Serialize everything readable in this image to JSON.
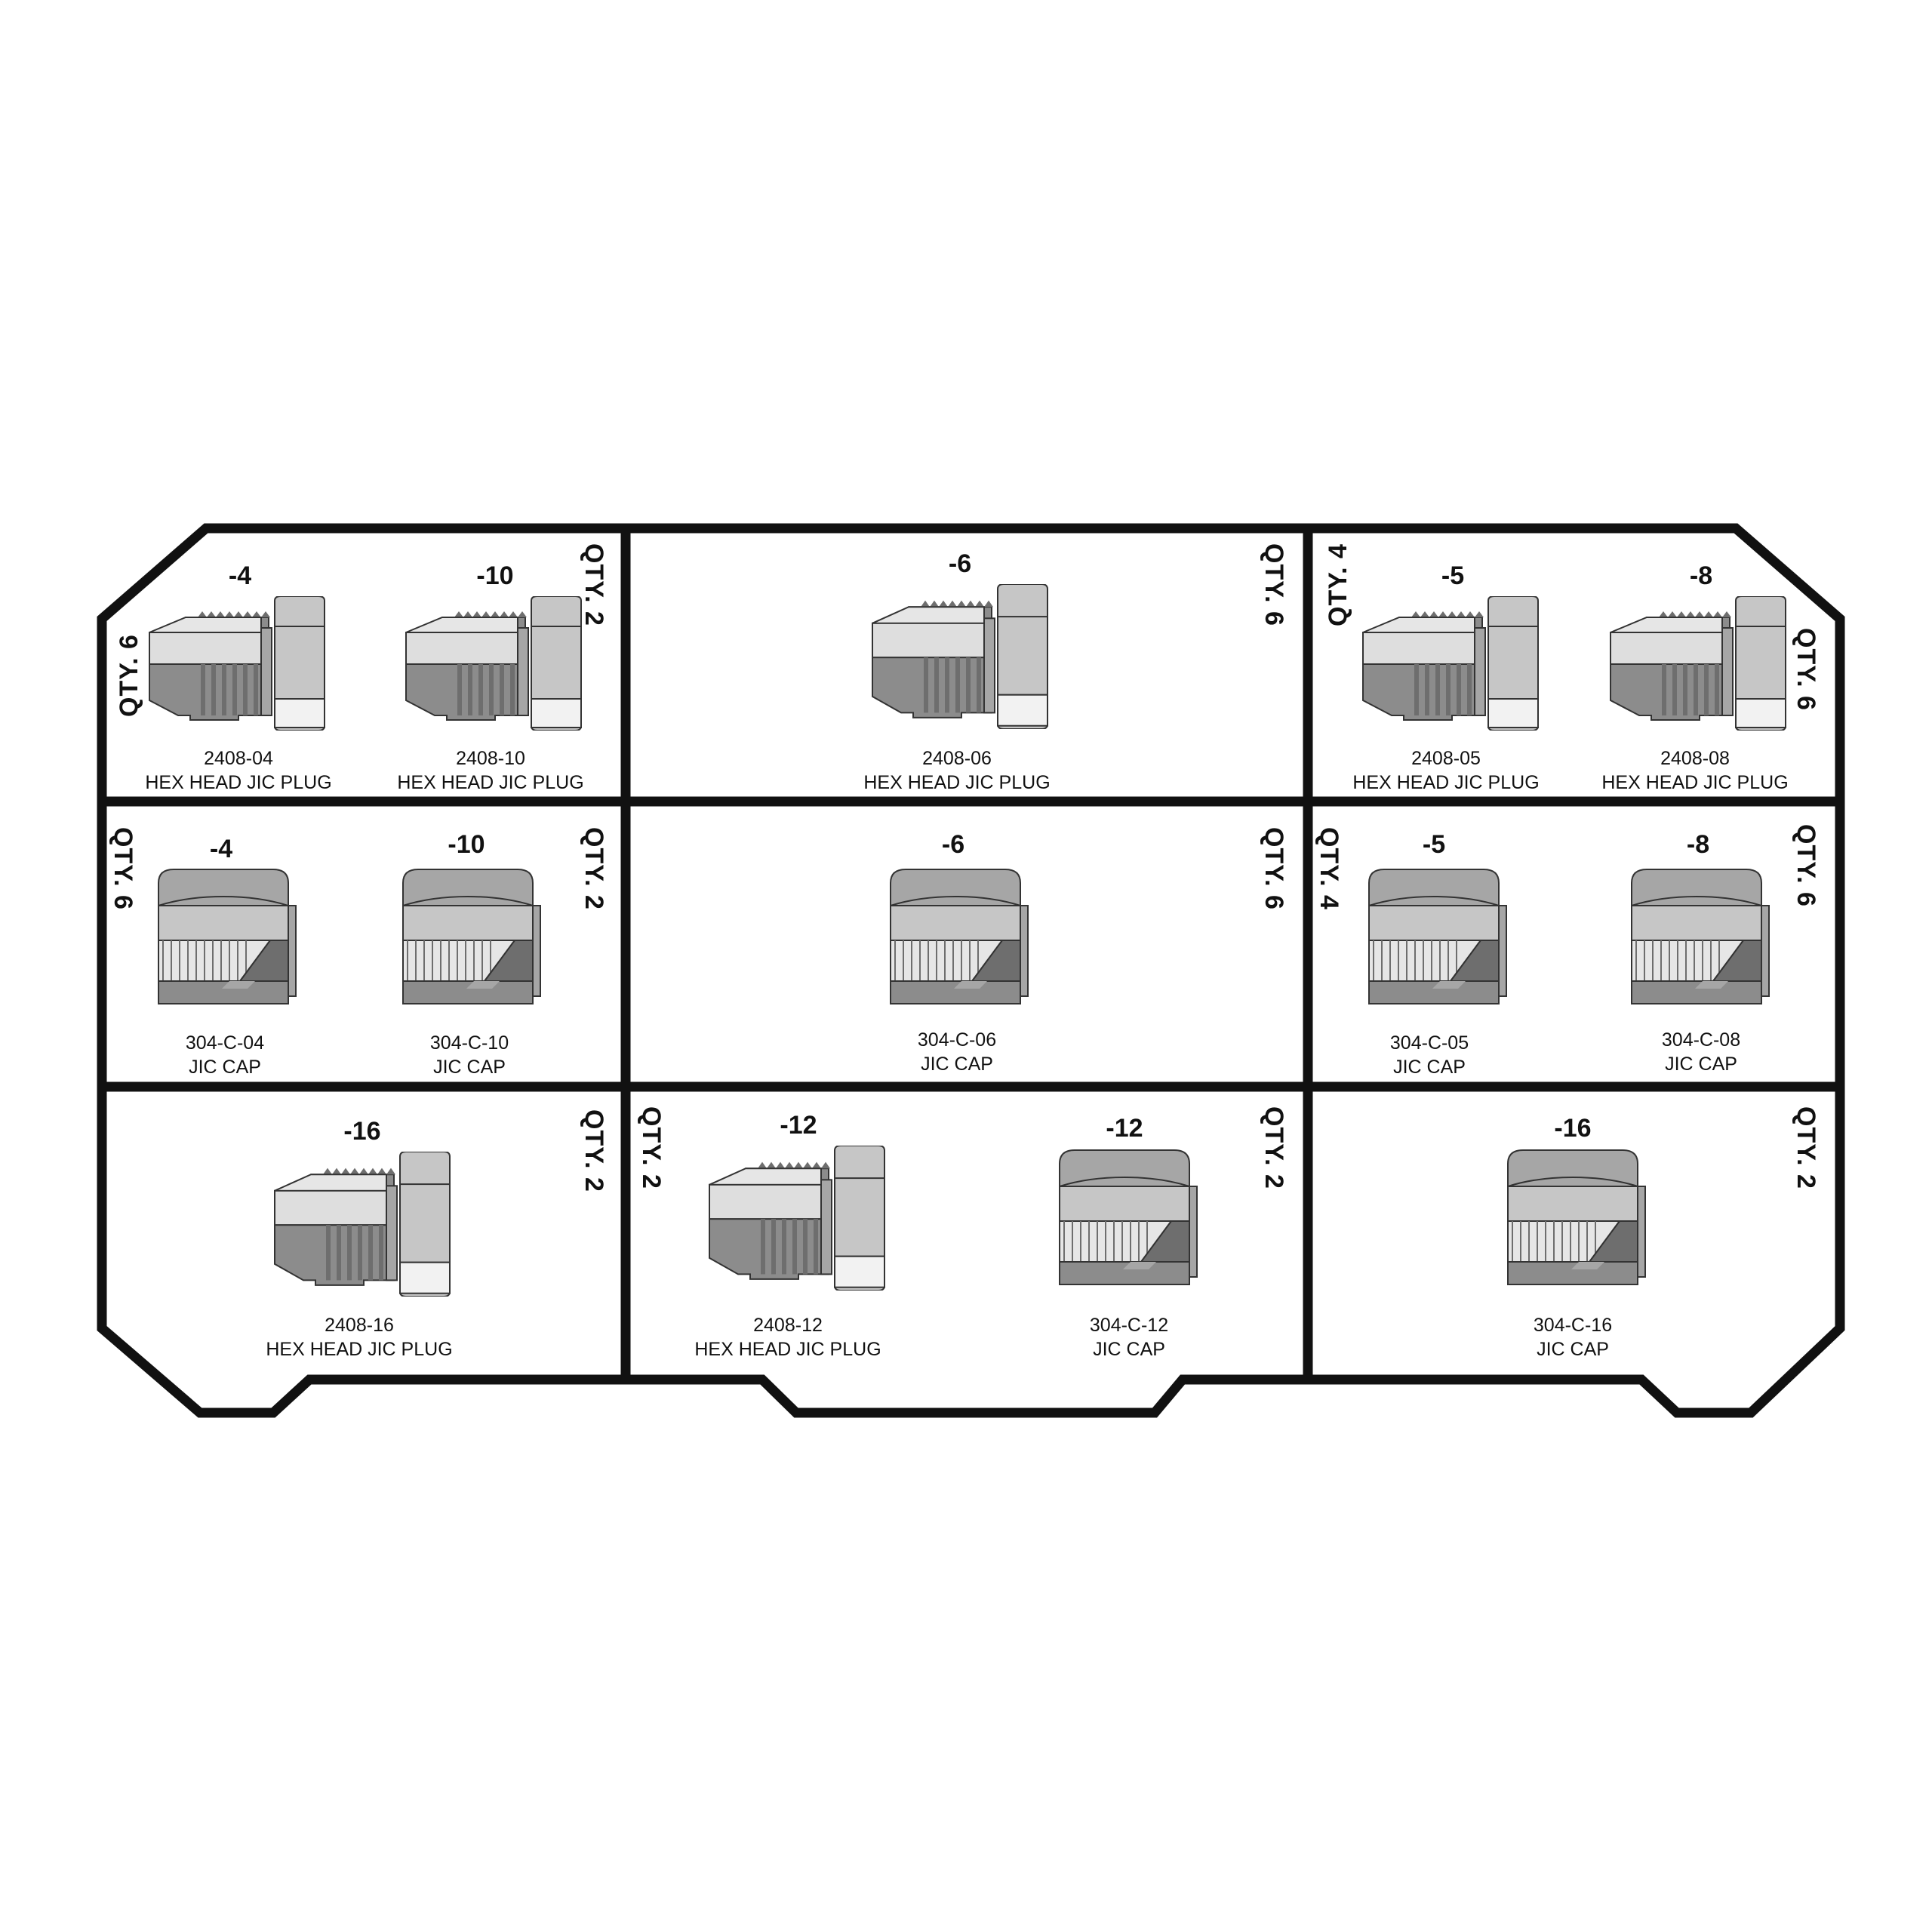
{
  "colors": {
    "frame": "#111111",
    "metal_dark": "#8c8c8c",
    "metal_mid": "#a6a6a6",
    "metal_light": "#c6c6c6",
    "metal_pale": "#dedede",
    "thread_light": "#e6e6e6",
    "metal_shadow": "#6e6e6e"
  },
  "compartments": [
    {
      "id": "r1c1",
      "items": [
        {
          "size": "-4",
          "part": "2408-04",
          "desc": "HEX HEAD JIC PLUG",
          "icon": "hex-head-jic-plug-icon"
        },
        {
          "size": "-10",
          "part": "2408-10",
          "desc": "HEX HEAD JIC PLUG",
          "icon": "hex-head-jic-plug-icon"
        }
      ],
      "qty": [
        "QTY. 6",
        "QTY. 2"
      ]
    },
    {
      "id": "r1c2",
      "items": [
        {
          "size": "-6",
          "part": "2408-06",
          "desc": "HEX HEAD JIC PLUG",
          "icon": "hex-head-jic-plug-icon"
        }
      ],
      "qty": [
        "QTY. 6"
      ]
    },
    {
      "id": "r1c3",
      "items": [
        {
          "size": "-5",
          "part": "2408-05",
          "desc": "HEX HEAD JIC PLUG",
          "icon": "hex-head-jic-plug-icon"
        },
        {
          "size": "-8",
          "part": "2408-08",
          "desc": "HEX HEAD JIC PLUG",
          "icon": "hex-head-jic-plug-icon"
        }
      ],
      "qty": [
        "QTY. 4",
        "QTY. 6"
      ]
    },
    {
      "id": "r2c1",
      "items": [
        {
          "size": "-4",
          "part": "304-C-04",
          "desc": "JIC CAP",
          "icon": "jic-cap-icon"
        },
        {
          "size": "-10",
          "part": "304-C-10",
          "desc": "JIC CAP",
          "icon": "jic-cap-icon"
        }
      ],
      "qty": [
        "QTY. 6",
        "QTY. 2"
      ]
    },
    {
      "id": "r2c2",
      "items": [
        {
          "size": "-6",
          "part": "304-C-06",
          "desc": "JIC CAP",
          "icon": "jic-cap-icon"
        }
      ],
      "qty": [
        "QTY. 6"
      ]
    },
    {
      "id": "r2c3",
      "items": [
        {
          "size": "-5",
          "part": "304-C-05",
          "desc": "JIC CAP",
          "icon": "jic-cap-icon"
        },
        {
          "size": "-8",
          "part": "304-C-08",
          "desc": "JIC CAP",
          "icon": "jic-cap-icon"
        }
      ],
      "qty": [
        "QTY. 4",
        "QTY. 6"
      ]
    },
    {
      "id": "r3c1",
      "items": [
        {
          "size": "-16",
          "part": "2408-16",
          "desc": "HEX HEAD JIC PLUG",
          "icon": "hex-head-jic-plug-icon"
        }
      ],
      "qty": [
        "QTY. 2"
      ]
    },
    {
      "id": "r3c2",
      "items": [
        {
          "size": "-12",
          "part": "2408-12",
          "desc": "HEX HEAD JIC PLUG",
          "icon": "hex-head-jic-plug-icon"
        },
        {
          "size": "-12",
          "part": "304-C-12",
          "desc": "JIC CAP",
          "icon": "jic-cap-icon"
        }
      ],
      "qty": [
        "QTY. 2",
        "QTY. 2"
      ]
    },
    {
      "id": "r3c3",
      "items": [
        {
          "size": "-16",
          "part": "304-C-16",
          "desc": "JIC CAP",
          "icon": "jic-cap-icon"
        }
      ],
      "qty": [
        "QTY. 2"
      ]
    }
  ]
}
